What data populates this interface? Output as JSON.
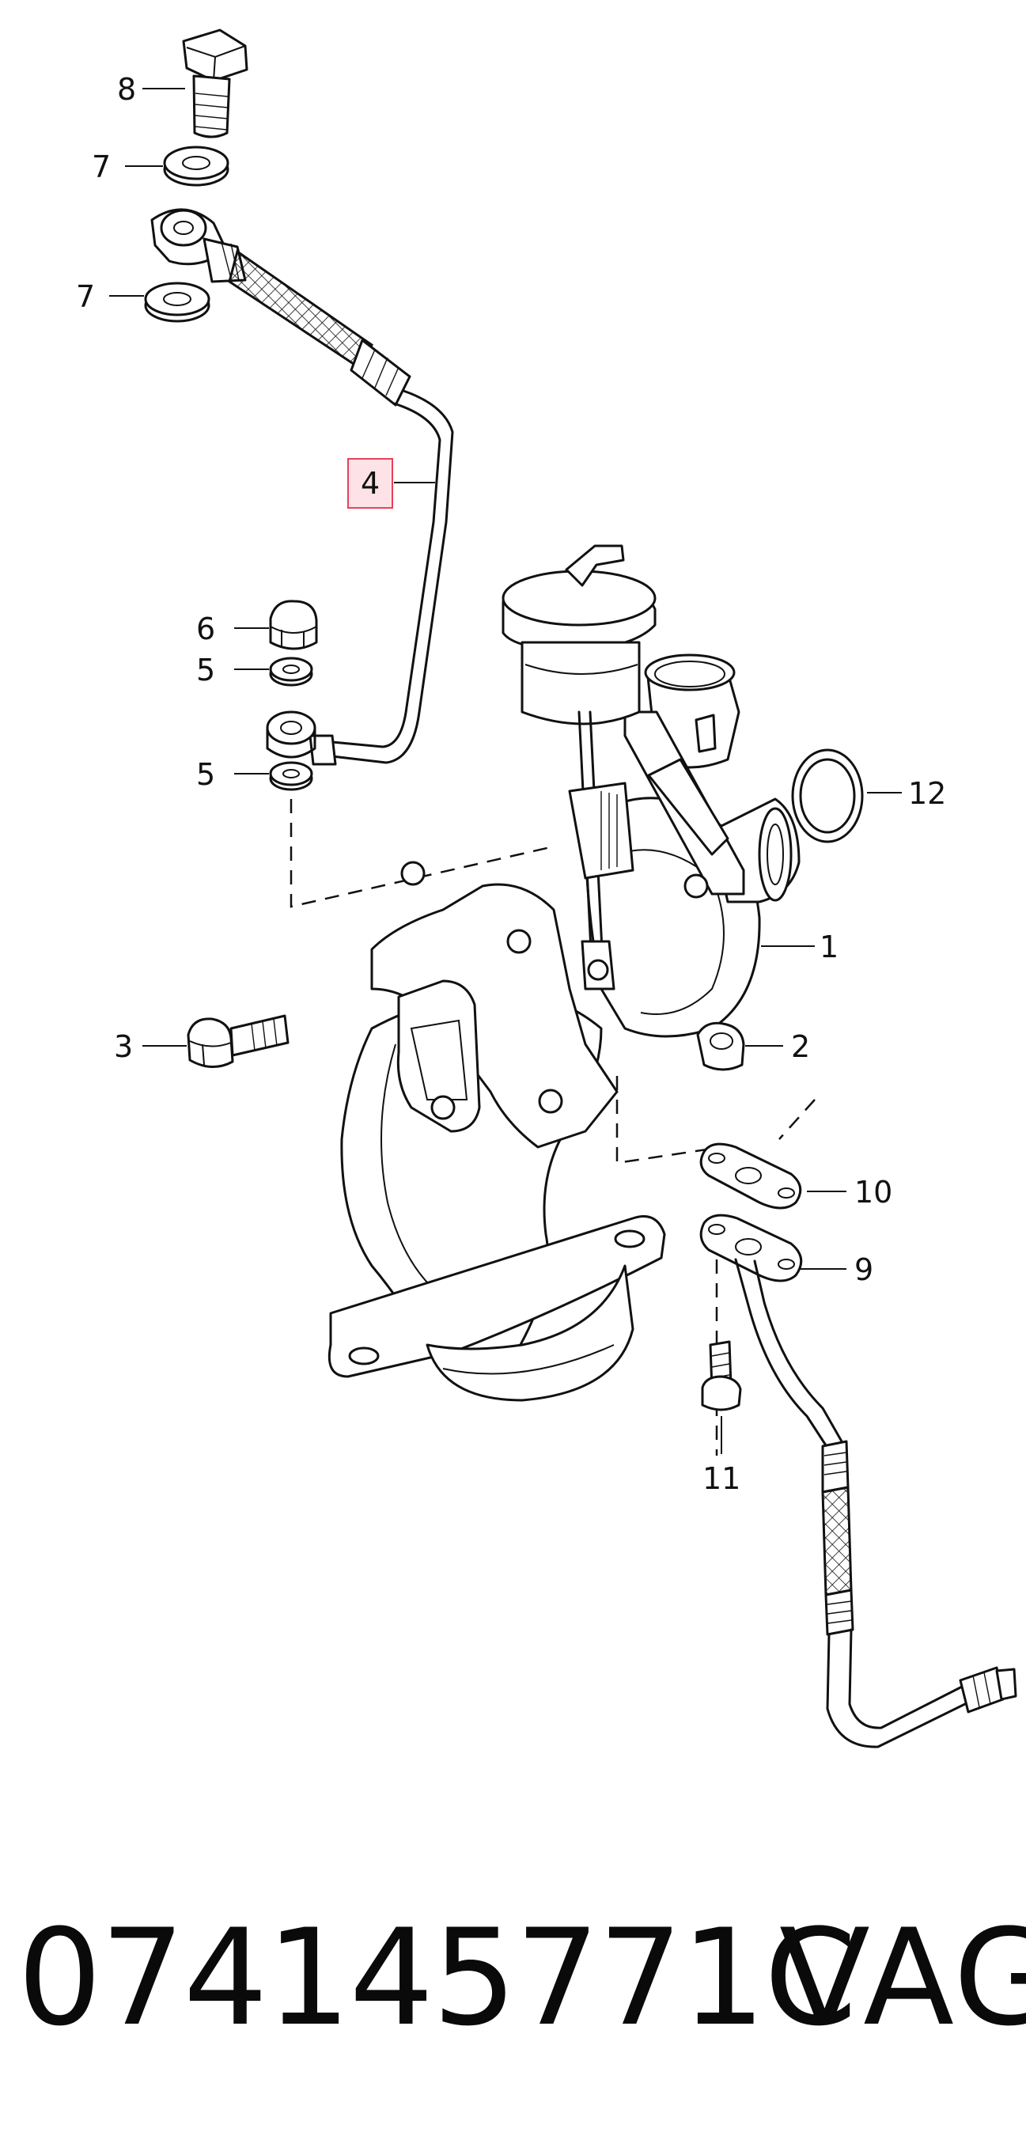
{
  "diagram": {
    "callouts": [
      {
        "id": "c8",
        "label": "8"
      },
      {
        "id": "c7a",
        "label": "7"
      },
      {
        "id": "c7b",
        "label": "7"
      },
      {
        "id": "c4",
        "label": "4",
        "highlighted": true
      },
      {
        "id": "c6",
        "label": "6"
      },
      {
        "id": "c5a",
        "label": "5"
      },
      {
        "id": "c5b",
        "label": "5"
      },
      {
        "id": "c12",
        "label": "12"
      },
      {
        "id": "c1",
        "label": "1"
      },
      {
        "id": "c3",
        "label": "3"
      },
      {
        "id": "c2",
        "label": "2"
      },
      {
        "id": "c10",
        "label": "10"
      },
      {
        "id": "c9",
        "label": "9"
      },
      {
        "id": "c11",
        "label": "11"
      }
    ],
    "highlight_color": "#e8415a"
  },
  "caption": {
    "part_number": "074145771C",
    "brand": "VAG"
  }
}
